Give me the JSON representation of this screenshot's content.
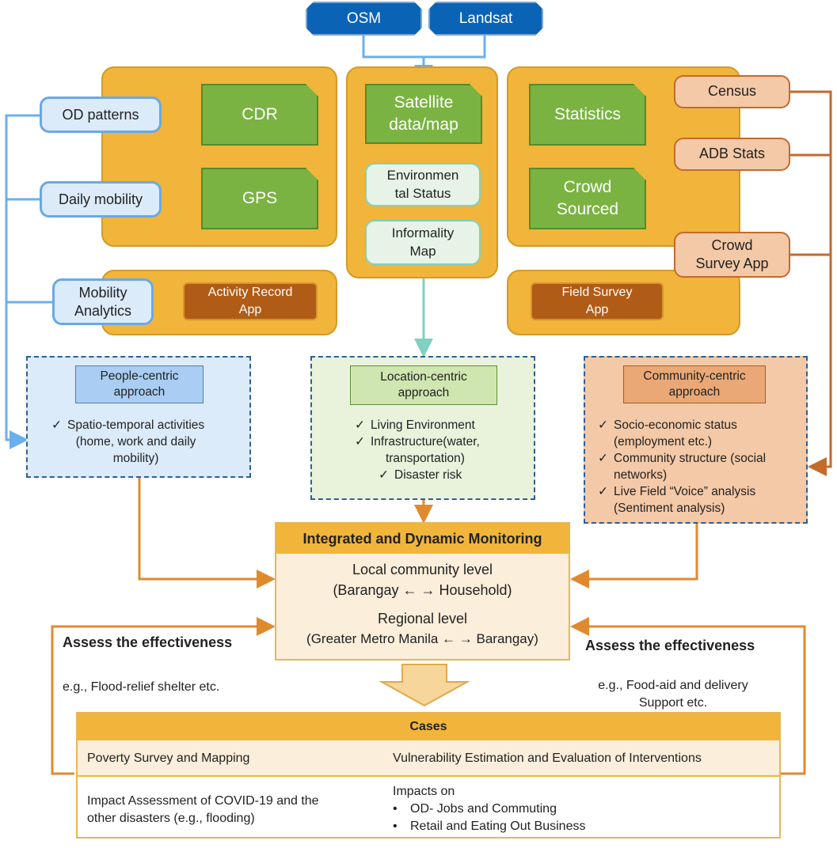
{
  "sources": {
    "osm": "OSM",
    "landsat": "Landsat"
  },
  "left_panel": {
    "cdr": "CDR",
    "gps": "GPS",
    "app": [
      "Activity Record",
      "App"
    ],
    "outputs": {
      "od": "OD patterns",
      "daily": "Daily mobility",
      "analytics": [
        "Mobility",
        "Analytics"
      ]
    }
  },
  "middle_panel": {
    "satellite": [
      "Satellite",
      "data/map"
    ],
    "env": [
      "Environmen",
      "tal Status"
    ],
    "informality": [
      "Informality",
      "Map"
    ]
  },
  "right_panel": {
    "statistics": "Statistics",
    "crowd": [
      "Crowd",
      "Sourced"
    ],
    "app": [
      "Field Survey",
      "App"
    ],
    "inputs": {
      "census": "Census",
      "adb": "ADB Stats",
      "crowd_app": [
        "Crowd",
        "Survey App"
      ]
    }
  },
  "approaches": {
    "people": {
      "title": [
        "People-centric",
        "approach"
      ],
      "items": [
        [
          "Spatio-temporal activities",
          "(home, work and daily",
          "mobility)"
        ]
      ]
    },
    "location": {
      "title": [
        "Location-centric",
        "approach"
      ],
      "items": [
        [
          "Living Environment"
        ],
        [
          "Infrastructure(water,",
          "transportation)"
        ],
        [
          "Disaster risk"
        ]
      ]
    },
    "community": {
      "title": [
        "Community-centric",
        "approach"
      ],
      "items": [
        [
          "Socio-economic status",
          "(employment etc.)"
        ],
        [
          "Community structure (social",
          "networks)"
        ],
        [
          "Live Field “Voice” analysis",
          "(Sentiment analysis)"
        ]
      ]
    }
  },
  "monitoring": {
    "title": "Integrated and Dynamic Monitoring",
    "local": "Local community level",
    "local_sub": "(Barangay ←  → Household)",
    "regional": "Regional level",
    "regional_sub": "(Greater Metro Manila ←  → Barangay)"
  },
  "assess_left": {
    "title": "Assess the effectiveness",
    "example": "e.g., Flood-relief shelter etc."
  },
  "assess_right": {
    "title": "Assess the effectiveness",
    "example": [
      "e.g., Food-aid and delivery",
      "Support etc."
    ]
  },
  "cases": {
    "title": "Cases",
    "row1": [
      "Poverty Survey and Mapping",
      "Vulnerability Estimation and Evaluation of Interventions"
    ],
    "row2_left": [
      "Impact Assessment of COVID-19 and the",
      "other disasters (e.g., flooding)"
    ],
    "row2_right_title": "Impacts on",
    "row2_right_items": [
      "OD- Jobs and Commuting",
      "Retail and Eating Out Business"
    ]
  },
  "colors": {
    "panel": "#f0b53a",
    "green": "#7ab342",
    "blue_source": "#0b63b5",
    "people_bg": "#dcebfa",
    "location_bg": "#e9f3dc",
    "community_bg": "#f4c9a7",
    "arrow_orange": "#e08a2e",
    "line_blue": "#6ab0ee",
    "line_teal": "#7fd1c0",
    "line_brown": "#c46a2b"
  }
}
